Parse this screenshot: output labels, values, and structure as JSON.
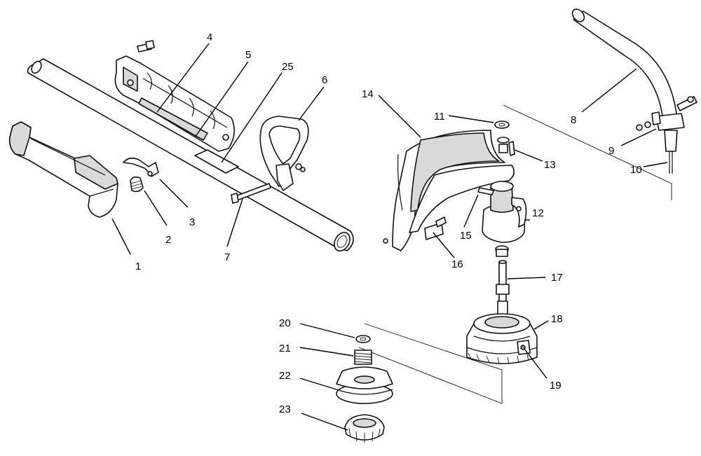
{
  "callouts": [
    {
      "id": "1",
      "text": "1",
      "part": "handle-housing"
    },
    {
      "id": "2",
      "text": "2",
      "part": "spring"
    },
    {
      "id": "3",
      "text": "3",
      "part": "trigger"
    },
    {
      "id": "4",
      "text": "4",
      "part": "handle-half-housing"
    },
    {
      "id": "5",
      "text": "5",
      "part": "housing-detail"
    },
    {
      "id": "25",
      "text": "25",
      "part": "tube-sticker"
    },
    {
      "id": "6",
      "text": "6",
      "part": "loop-handle"
    },
    {
      "id": "7",
      "text": "7",
      "part": "handle-bolt"
    },
    {
      "id": "8",
      "text": "8",
      "part": "curved-tube"
    },
    {
      "id": "9",
      "text": "9",
      "part": "tube-clamp"
    },
    {
      "id": "10",
      "text": "10",
      "part": "flex-shaft-end"
    },
    {
      "id": "11",
      "text": "11",
      "part": "washer"
    },
    {
      "id": "12",
      "text": "12",
      "part": "gear-head"
    },
    {
      "id": "13",
      "text": "13",
      "part": "shield-screw"
    },
    {
      "id": "14",
      "text": "14",
      "part": "guard-shield"
    },
    {
      "id": "15",
      "text": "15",
      "part": "head-screw"
    },
    {
      "id": "16",
      "text": "16",
      "part": "line-cutter-blade"
    },
    {
      "id": "17",
      "text": "17",
      "part": "drive-shaft"
    },
    {
      "id": "18",
      "text": "18",
      "part": "spool-housing"
    },
    {
      "id": "19",
      "text": "19",
      "part": "eyelet"
    },
    {
      "id": "20",
      "text": "20",
      "part": "spool-washer"
    },
    {
      "id": "21",
      "text": "21",
      "part": "spool-spring"
    },
    {
      "id": "22",
      "text": "22",
      "part": "line-spool"
    },
    {
      "id": "23",
      "text": "23",
      "part": "bump-knob"
    }
  ]
}
